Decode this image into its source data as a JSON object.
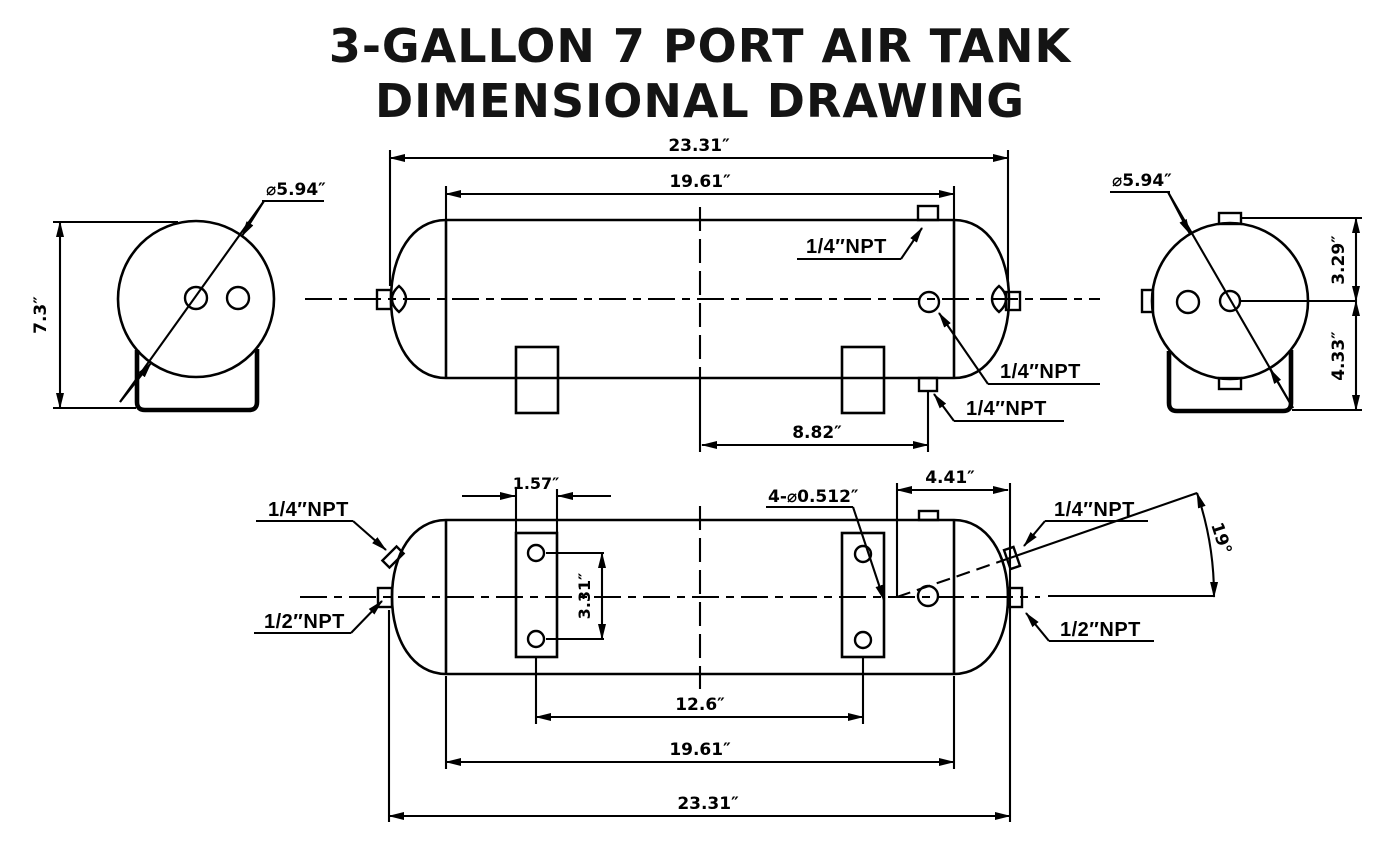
{
  "title": {
    "line1": "3-GALLON 7 PORT AIR TANK",
    "line2": "DIMENSIONAL DRAWING"
  },
  "colors": {
    "ink": "#000000",
    "paper": "#ffffff"
  },
  "side_view": {
    "dim_overall_length": "23.31″",
    "dim_shell_length": "19.61″",
    "dim_port_offset": "8.82″",
    "label_top_port": "1/4″NPT",
    "label_side_port": "1/4″NPT",
    "label_bottom_port": "1/4″NPT"
  },
  "left_end_view": {
    "dim_diameter": "⌀5.94″",
    "dim_overall_height": "7.3″"
  },
  "right_end_view": {
    "dim_diameter": "⌀5.94″",
    "dim_center_to_top": "3.29″",
    "dim_center_to_bottom": "4.33″"
  },
  "top_view": {
    "dim_bracket_width": "1.57″",
    "dim_bracket_hole_spacing": "3.31″",
    "label_bracket_holes": "4-⌀0.512″",
    "dim_end_port_offset": "4.41″",
    "dim_port_angle": "19°",
    "dim_bracket_spacing": "12.6″",
    "dim_shell_length": "19.61″",
    "dim_overall_length": "23.31″",
    "label_left_angled_port": "1/4″NPT",
    "label_left_center_port": "1/2″NPT",
    "label_right_angled_port": "1/4″NPT",
    "label_right_center_port": "1/2″NPT"
  }
}
